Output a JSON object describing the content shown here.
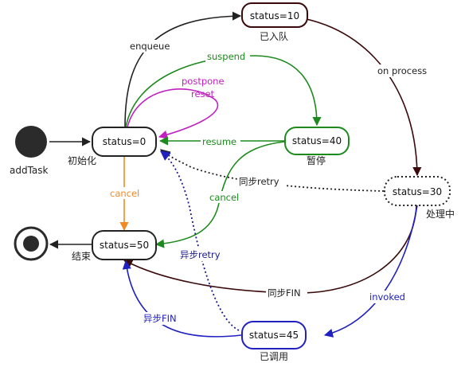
{
  "start_node": {
    "caption": "addTask"
  },
  "states": {
    "s0": {
      "label": "status=0",
      "caption": "初始化"
    },
    "s10": {
      "label": "status=10",
      "caption": "已入队"
    },
    "s40": {
      "label": "status=40",
      "caption": "暂停"
    },
    "s30": {
      "label": "status=30",
      "caption": "处理中"
    },
    "s50": {
      "label": "status=50",
      "caption": "结束"
    },
    "s45": {
      "label": "status=45",
      "caption": "已调用"
    }
  },
  "transitions": {
    "enqueue": "enqueue",
    "suspend": "suspend",
    "postpone": "postpone",
    "reset": "reset",
    "resume": "resume",
    "cancel_orange": "cancel",
    "cancel_green": "cancel",
    "on_process": "on process",
    "sync_retry": "同步retry",
    "async_retry": "异步retry",
    "sync_fin": "同步FIN",
    "invoked": "invoked",
    "async_fin": "异步FIN"
  },
  "colors": {
    "black": "#222222",
    "dark_red": "#3a0a0a",
    "green": "#1c8a1c",
    "magenta": "#c020c0",
    "orange": "#f08a24",
    "blue": "#2020c0",
    "navy": "#1a1a8a"
  }
}
